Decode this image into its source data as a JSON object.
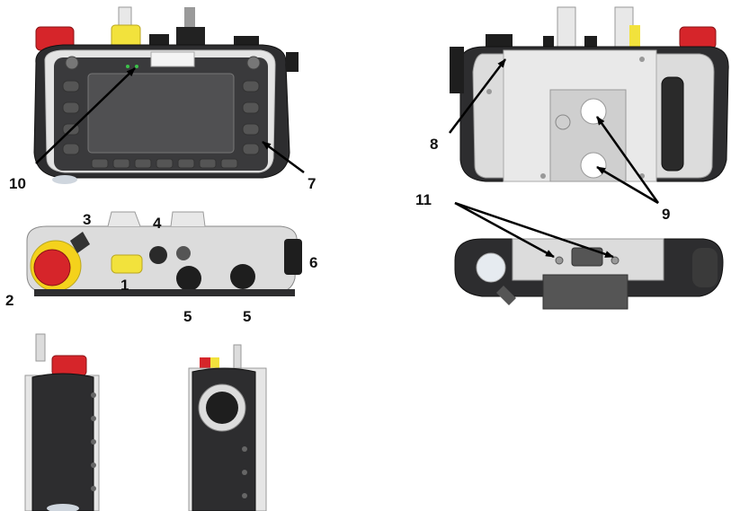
{
  "figure": {
    "colors": {
      "body_dark": "#2d2d2f",
      "body_light": "#dcdcdc",
      "frame": "#f2f2f2",
      "screen": "#4a4a4c",
      "estop_red": "#d6252a",
      "estop_yellow": "#f4d21c",
      "enable_yellow": "#f2e23c",
      "knob": "#1e1e1e",
      "leader": "#000000"
    },
    "views": [
      "front-view",
      "back-view",
      "top-view",
      "bottom-view",
      "left-side-view",
      "right-side-view"
    ],
    "callouts": [
      {
        "id": "c1",
        "label": "1"
      },
      {
        "id": "c2",
        "label": "2"
      },
      {
        "id": "c3",
        "label": "3"
      },
      {
        "id": "c4",
        "label": "4"
      },
      {
        "id": "c5a",
        "label": "5"
      },
      {
        "id": "c5b",
        "label": "5"
      },
      {
        "id": "c6",
        "label": "6"
      },
      {
        "id": "c7",
        "label": "7"
      },
      {
        "id": "c8",
        "label": "8"
      },
      {
        "id": "c9",
        "label": "9"
      },
      {
        "id": "c10",
        "label": "10"
      },
      {
        "id": "c11",
        "label": "11"
      }
    ]
  }
}
